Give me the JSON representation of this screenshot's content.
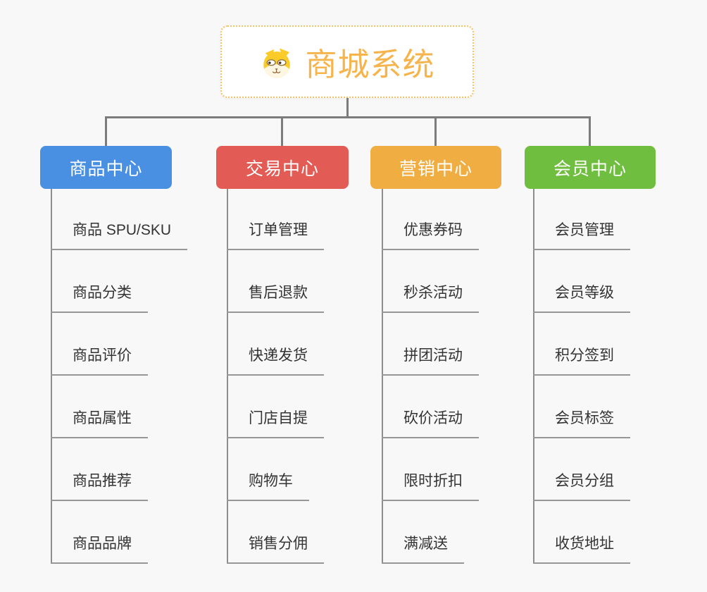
{
  "app": {
    "background_color": "#F8F8F8",
    "connector_color": "#7C7C7C"
  },
  "root": {
    "title": "商城系统",
    "title_color": "#F5B44C",
    "border_color": "#F6C45F",
    "icon": "dog-face-icon"
  },
  "branches": [
    {
      "label": "商品中心",
      "color": "#4A90E2",
      "items": [
        "商品 SPU/SKU",
        "商品分类",
        "商品评价",
        "商品属性",
        "商品推荐",
        "商品品牌"
      ]
    },
    {
      "label": "交易中心",
      "color": "#E25B55",
      "items": [
        "订单管理",
        "售后退款",
        "快递发货",
        "门店自提",
        "购物车",
        "销售分佣"
      ]
    },
    {
      "label": "营销中心",
      "color": "#EFAD42",
      "items": [
        "优惠券码",
        "秒杀活动",
        "拼团活动",
        "砍价活动",
        "限时折扣",
        "满减送"
      ]
    },
    {
      "label": "会员中心",
      "color": "#6FBE3F",
      "items": [
        "会员管理",
        "会员等级",
        "积分签到",
        "会员标签",
        "会员分组",
        "收货地址"
      ]
    }
  ]
}
